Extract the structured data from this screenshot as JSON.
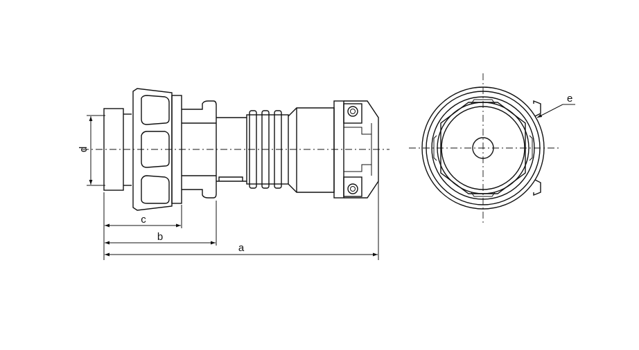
{
  "labels": {
    "a": "a",
    "b": "b",
    "c": "c",
    "d": "d",
    "e": "e"
  },
  "colors": {
    "line": "#111111",
    "background": "#ffffff"
  }
}
